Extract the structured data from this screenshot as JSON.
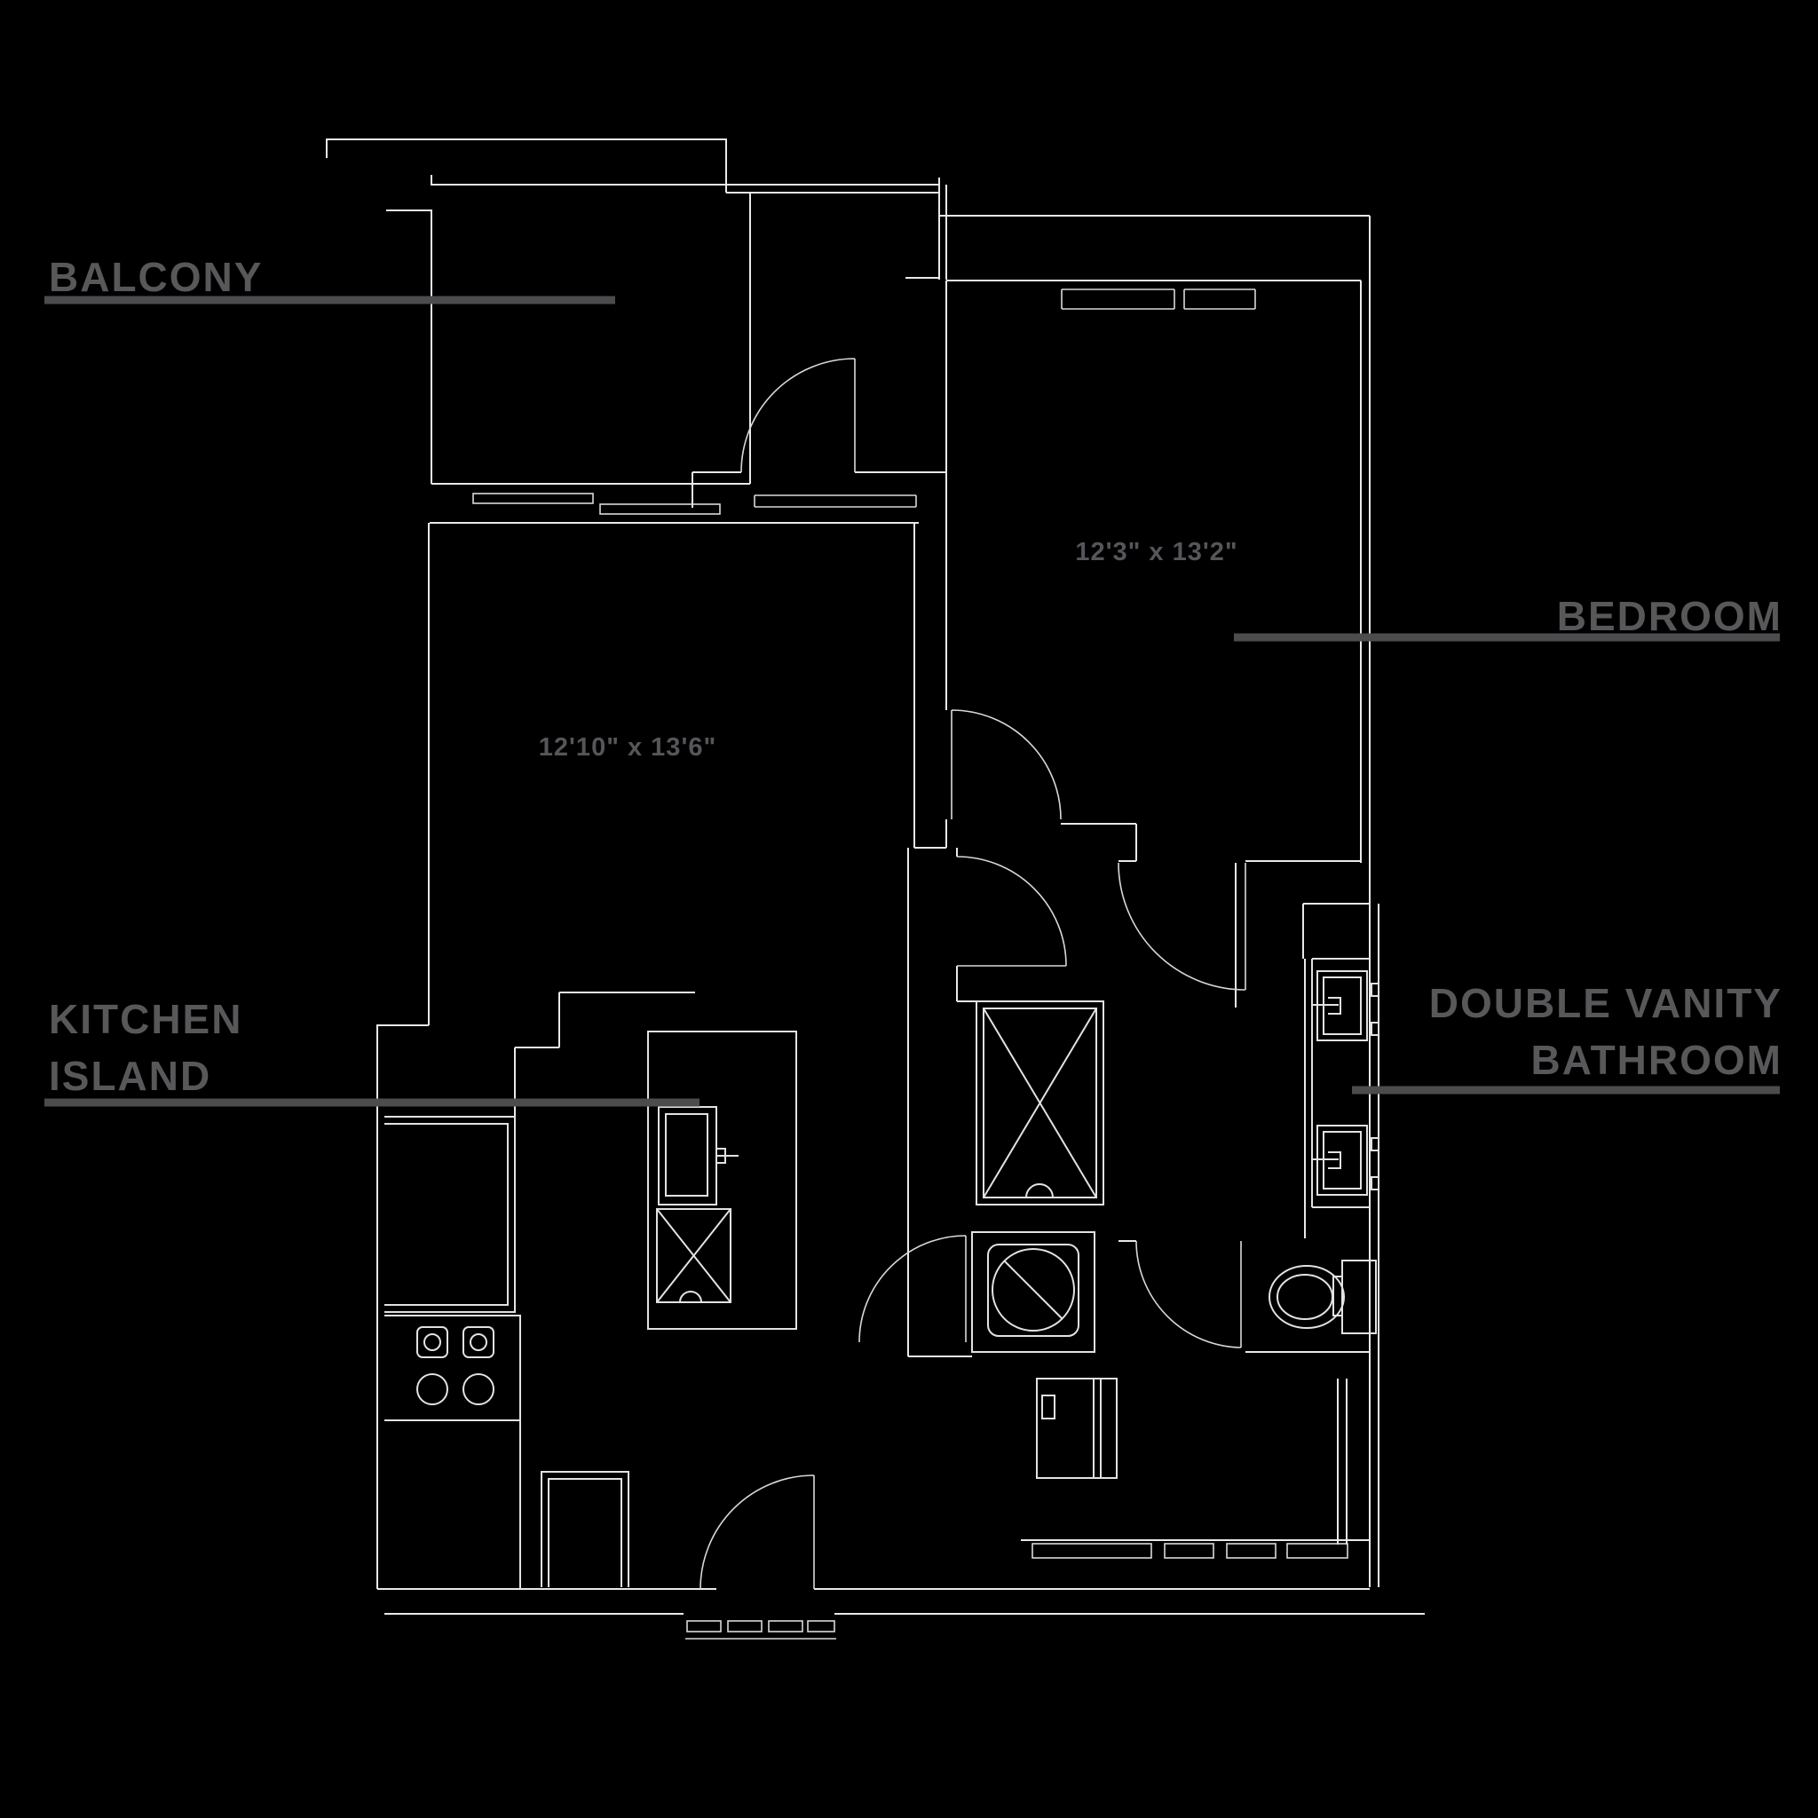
{
  "title": "apartment-floor-plan",
  "colors": {
    "background": "#000000",
    "wall_line": "#e9e9e9",
    "fixture_line": "#e2e2e2",
    "label_gray": "#58585a",
    "leader_gray": "#4c4c4e"
  },
  "annotations": {
    "balcony": {
      "label": "BALCONY"
    },
    "bedroom": {
      "label": "BEDROOM",
      "dimension": "12'3\" x 13'2\""
    },
    "living_area": {
      "dimension": "12'10\" x 13'6\""
    },
    "kitchen_island": {
      "label_line1": "KITCHEN",
      "label_line2": "ISLAND"
    },
    "double_vanity_bathroom": {
      "label_line1": "DOUBLE VANITY",
      "label_line2": "BATHROOM"
    }
  },
  "fixtures": [
    "balcony-sliding-door",
    "walk-in-closet-door",
    "bedroom-door",
    "hall-doors",
    "stacked-washer-dryer-closet",
    "washing-machine",
    "kitchen-counter",
    "stove-4-burners",
    "refrigerator",
    "kitchen-island-sink",
    "island-dishwasher",
    "vanity-sink-1",
    "vanity-sink-2",
    "toilet",
    "shower",
    "entry-door",
    "entry-threshold",
    "windows"
  ]
}
